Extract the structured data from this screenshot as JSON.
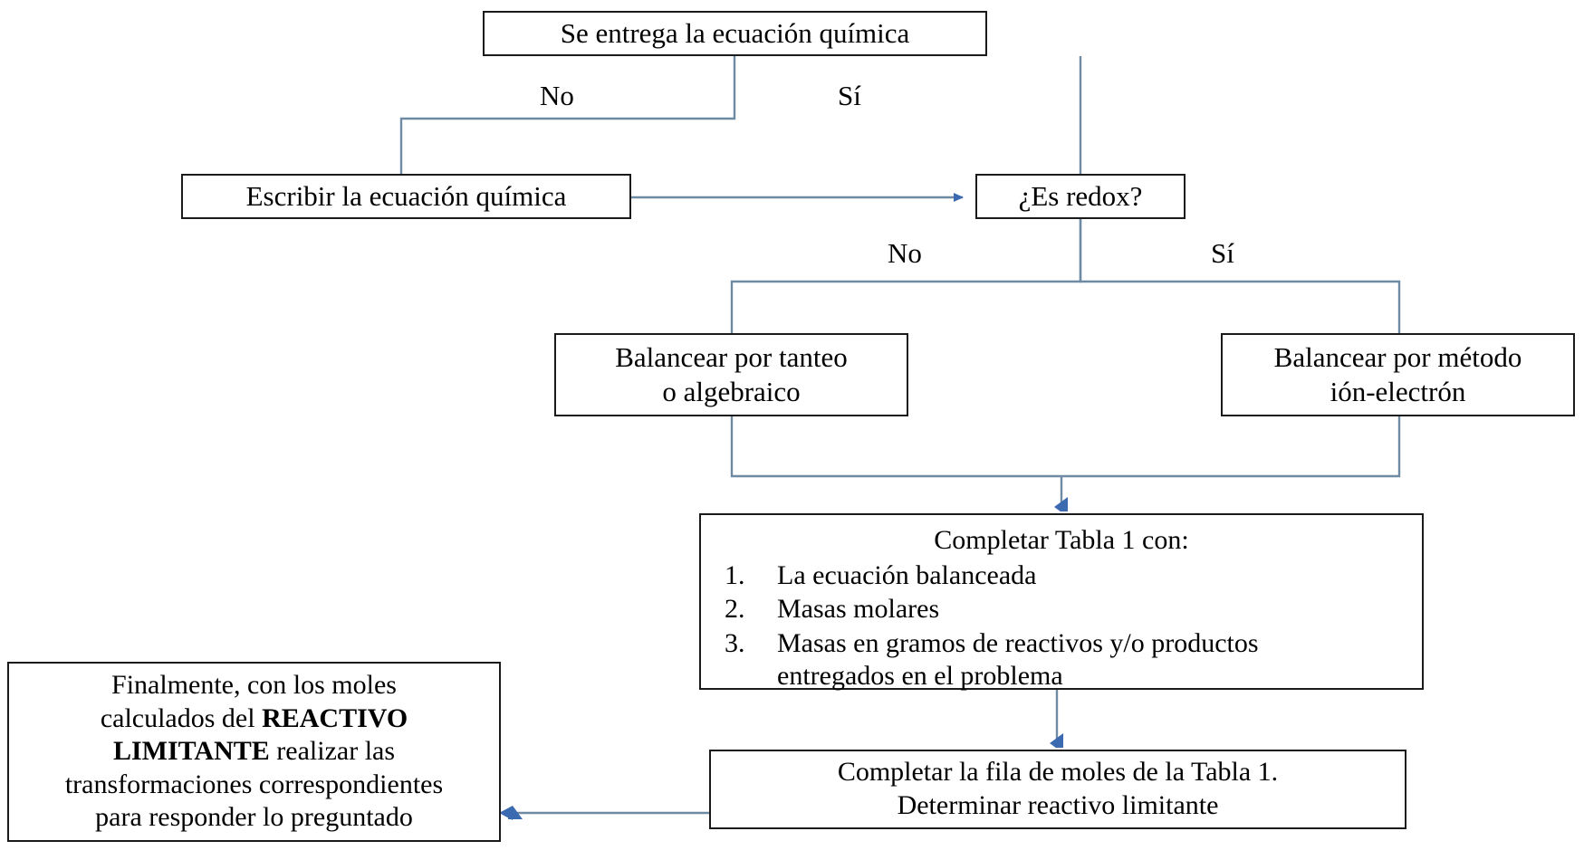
{
  "diagram": {
    "type": "flowchart",
    "language": "es",
    "line_color": "#6f8aa3",
    "arrow_color": "#3b6ab0",
    "box_border_color": "#1a1a1a",
    "background": "#ffffff",
    "nodes": {
      "entrega": {
        "text": "Se entrega la ecuación química"
      },
      "escribir": {
        "text": "Escribir la ecuación química"
      },
      "redox": {
        "text": "¿Es redox?"
      },
      "tanteo": {
        "line1": "Balancear por tanteo",
        "line2": "o algebraico"
      },
      "ion_electron": {
        "line1": "Balancear por método",
        "line2": "ión-electrón"
      },
      "tabla1": {
        "title": "Completar Tabla 1 con:",
        "items": [
          {
            "line1": "La ecuación balanceada",
            "line2": ""
          },
          {
            "line1": "Masas molares",
            "line2": ""
          },
          {
            "line1": "Masas en gramos de reactivos y/o productos",
            "line2": "entregados en el problema"
          }
        ]
      },
      "moles": {
        "line1": "Completar la fila de moles de la Tabla 1.",
        "line2": "Determinar reactivo limitante"
      },
      "final": {
        "line1": "Finalmente, con los moles",
        "line2_pre": "calculados del ",
        "line2_bold": "REACTIVO",
        "line3_bold": "LIMITANTE",
        "line3_post": " realizar las",
        "line4": "transformaciones correspondientes",
        "line5": "para responder lo preguntado"
      }
    },
    "edge_labels": {
      "entrega_no": "No",
      "entrega_si": "Sí",
      "redox_no": "No",
      "redox_si": "Sí"
    }
  }
}
